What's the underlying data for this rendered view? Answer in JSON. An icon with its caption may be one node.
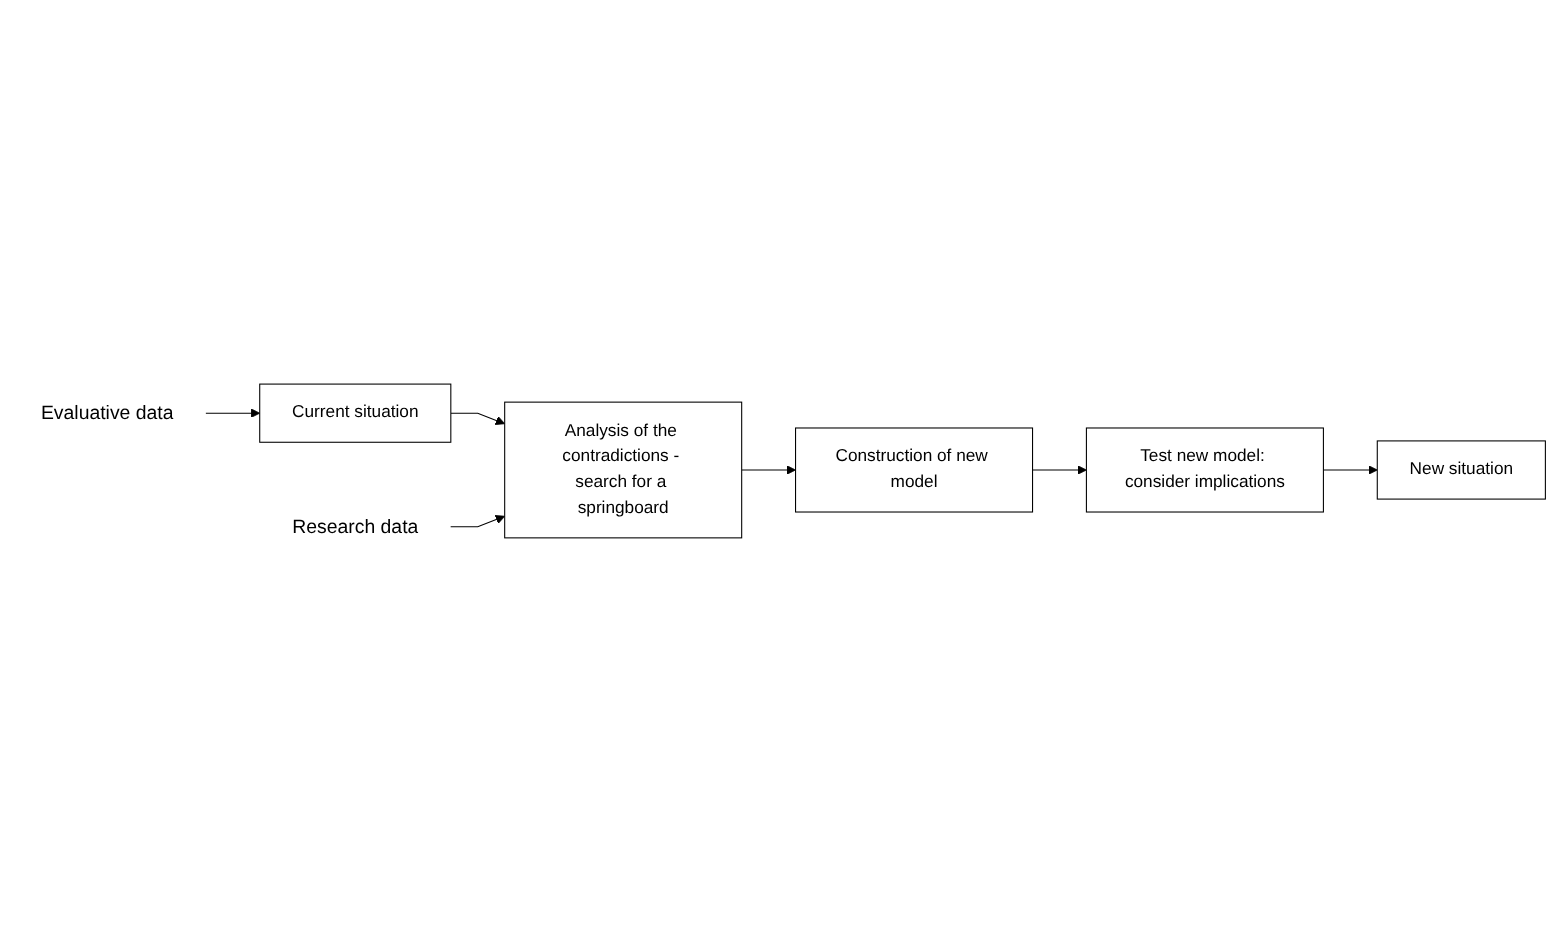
{
  "diagram": {
    "nodes": [
      {
        "text": [
          "New situation"
        ]
      },
      {
        "text": [
          "Current situation"
        ]
      },
      {
        "text": [
          "Analysis of the contradictions - search for a springboard"
        ]
      },
      {
        "text": [
          "Construction of new model"
        ]
      },
      {
        "text": [
          "Test new model: consider implications"
        ]
      },
      {
        "text": [
          "Evaluative data"
        ]
      },
      {
        "text": [
          "Research data"
        ]
      }
    ],
    "edges": [
      {
        "from": 5,
        "to": 1,
        "arrow": "to"
      },
      {
        "from": 1,
        "to": 2,
        "arrow": "to"
      },
      {
        "from": 6,
        "to": 2,
        "arrow": "to"
      },
      {
        "from": 2,
        "to": 3,
        "arrow": "to"
      },
      {
        "from": 3,
        "to": 4,
        "arrow": "to"
      },
      {
        "from": 4,
        "to": 0,
        "arrow": "to"
      }
    ]
  }
}
